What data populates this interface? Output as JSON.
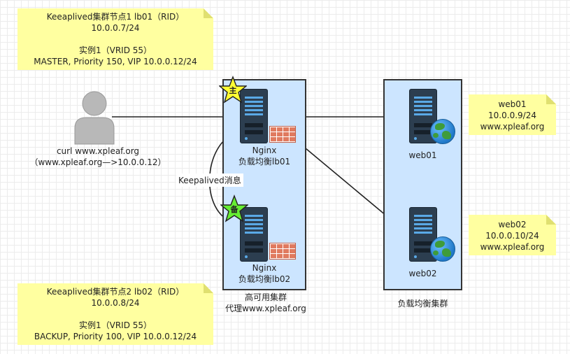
{
  "notes": {
    "lb01": [
      "Keeaplived集群节点1 lb01（RID）",
      "10.0.0.7/24",
      "",
      "实例1（VRID 55）",
      "MASTER, Priority 150, VIP 10.0.0.12/24"
    ],
    "lb02": [
      "Keeaplived集群节点2 lb02（RID）",
      "10.0.0.8/24",
      "",
      "实例1（VRID 55）",
      "BACKUP, Priority 100, VIP 10.0.0.12/24"
    ],
    "web01": [
      "web01",
      "10.0.0.9/24",
      "www.xpleaf.org"
    ],
    "web02": [
      "web02",
      "10.0.0.10/24",
      "www.xpleaf.org"
    ]
  },
  "client": {
    "label_line1": "curl www.xpleaf.org",
    "label_line2": "（www.xpleaf.org—>10.0.0.12）"
  },
  "lb_nodes": {
    "lb01_line1": "Nginx",
    "lb01_line2": "负载均衡lb01",
    "lb01_star": "主",
    "lb02_line1": "Nginx",
    "lb02_line2": "负载均衡lb02",
    "lb02_star": "备"
  },
  "keepalived_label": "Keepalived消息",
  "ha_cluster": {
    "line1": "高可用集群",
    "line2": "代理www.xpleaf.org"
  },
  "web_nodes": {
    "web01": "web01",
    "web02": "web02"
  },
  "lb_cluster_label": "负载均衡集群",
  "colors": {
    "note_bg": "#ffffa0",
    "cluster_bg": "#cce5ff",
    "master_star": "#ffff33",
    "backup_star": "#66ee33"
  }
}
